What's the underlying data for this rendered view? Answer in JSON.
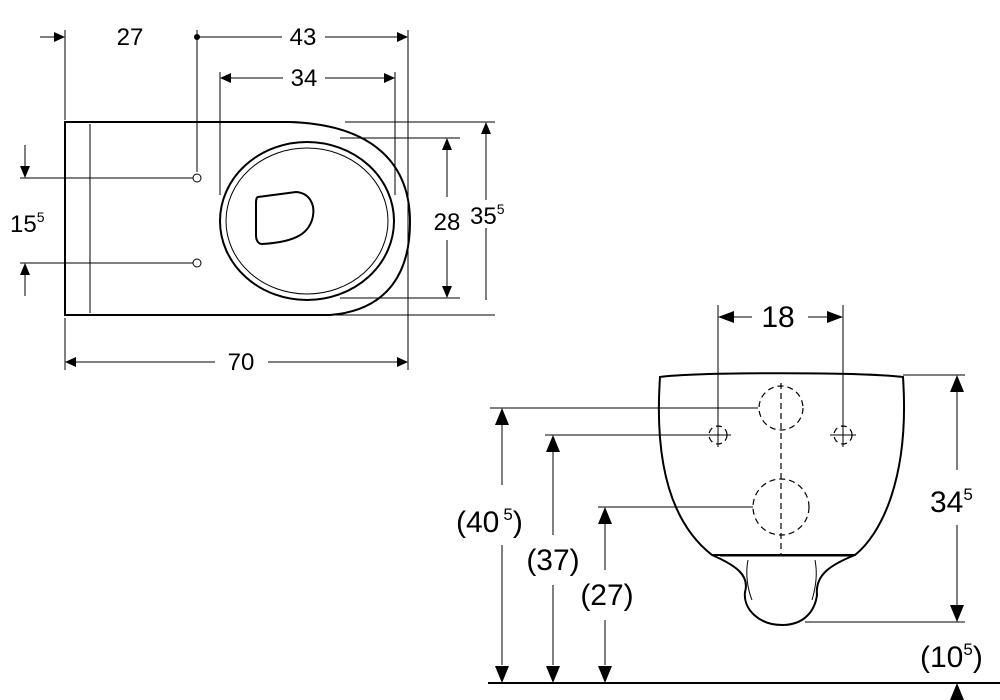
{
  "top_view": {
    "dim_27": "27",
    "dim_43": "43",
    "dim_34": "34",
    "dim_70": "70",
    "dim_28": "28",
    "dim_35_5_main": "35",
    "dim_35_5_sup": "5",
    "dim_15_5_main": "15",
    "dim_15_5_sup": "5"
  },
  "front_view": {
    "dim_18": "18",
    "dim_34_5_main": "34",
    "dim_34_5_sup": "5",
    "dim_40_5_open": "(40",
    "dim_40_5_sup": "5",
    "dim_40_5_close": ")",
    "dim_37": "(37)",
    "dim_27": "(27)",
    "dim_10_5_open": "(10",
    "dim_10_5_sup": "5",
    "dim_10_5_close": ")"
  }
}
